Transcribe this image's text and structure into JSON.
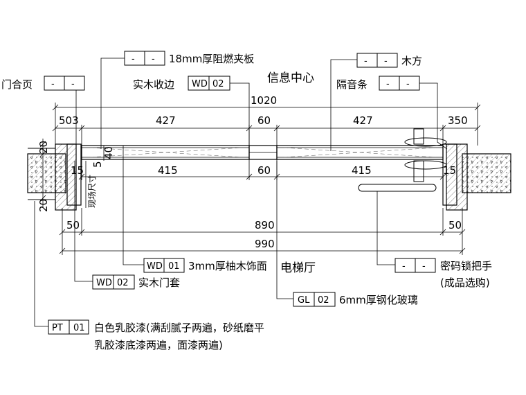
{
  "rooms": {
    "top": "信息中心",
    "bottom": "电梯厅"
  },
  "dimensions": {
    "overall_top": "1020",
    "left_top": "503",
    "leaf_left_top": "427",
    "center_top": "60",
    "leaf_right_top": "427",
    "right_top": "350",
    "leaf_left_bottom": "415",
    "center_bottom": "60",
    "leaf_right_bottom": "415",
    "left_gap": "15",
    "right_gap": "15",
    "left_jamb": "50",
    "right_jamb": "50",
    "clear_width": "890",
    "overall_bottom": "990",
    "wall_top": "20",
    "wall_bottom": "20",
    "door_thickness": "40",
    "face_offset": "5",
    "field_measure": "现场尺寸"
  },
  "callouts": [
    {
      "id": "hinge",
      "tag_a": "-",
      "tag_b": "-",
      "text": "门合页"
    },
    {
      "id": "board",
      "tag_a": "-",
      "tag_b": "-",
      "text": "18mm厚阻燃夹板"
    },
    {
      "id": "edge",
      "tag_a": "WD",
      "tag_b": "02",
      "text": "实木收边"
    },
    {
      "id": "timber",
      "tag_a": "-",
      "tag_b": "-",
      "text": "木方"
    },
    {
      "id": "seal",
      "tag_a": "-",
      "tag_b": "-",
      "text": "隔音条"
    },
    {
      "id": "veneer",
      "tag_a": "WD",
      "tag_b": "01",
      "text": "3mm厚柚木饰面"
    },
    {
      "id": "frame",
      "tag_a": "WD",
      "tag_b": "02",
      "text": "实木门套"
    },
    {
      "id": "glass",
      "tag_a": "GL",
      "tag_b": "02",
      "text": "6mm厚钢化玻璃"
    },
    {
      "id": "lock",
      "tag_a": "-",
      "tag_b": "-",
      "text": "密码锁把手",
      "text2": "(成品选购)"
    },
    {
      "id": "paint",
      "tag_a": "PT",
      "tag_b": "01",
      "text": "白色乳胶漆(满刮腻子两遍，砂纸磨平",
      "text2": "乳胶漆底漆两遍，面漆两遍)"
    }
  ]
}
